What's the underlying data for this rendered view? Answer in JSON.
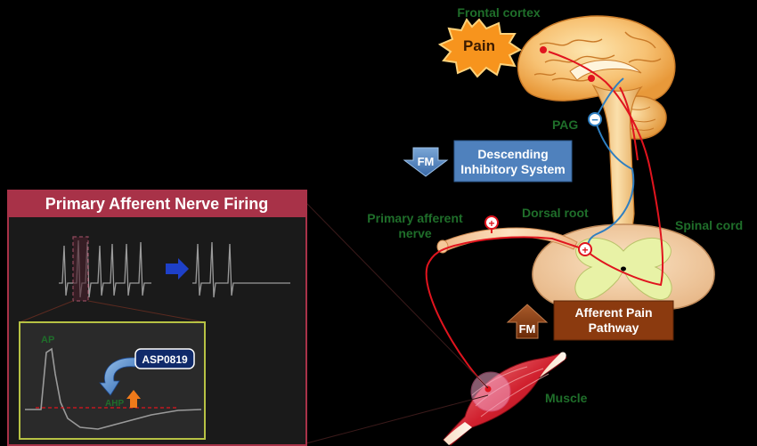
{
  "labels": {
    "frontal_cortex": "Frontal cortex",
    "pain": "Pain",
    "pag": "PAG",
    "descending_fm": "FM",
    "descending_line1": "Descending",
    "descending_line2": "Inhibitory System",
    "primary_afferent_line1": "Primary afferent",
    "primary_afferent_line2": "nerve",
    "dorsal_root": "Dorsal root",
    "spinal_cord": "Spinal cord",
    "afferent_fm": "FM",
    "afferent_line1": "Afferent Pain",
    "afferent_line2": "Pathway",
    "muscle": "Muscle",
    "panel_title": "Primary Afferent Nerve Firing",
    "ap": "AP",
    "ahp": "AHP",
    "drug": "ASP0819",
    "plus": "+",
    "minus": "−"
  },
  "colors": {
    "green_text": "#1f6e2a",
    "panel_title_bg": "#a83248",
    "descending_box": "#4f81bd",
    "afferent_box": "#8b3a0f",
    "pathway_red": "#e0141e",
    "inhibitory_blue": "#2f7fc1",
    "spinal_grey": "#f5d3aa",
    "ahp_arrow": "#f07a1a"
  },
  "icons": [
    "pain-burst-icon",
    "brain-icon",
    "spinal-cord-icon",
    "muscle-icon",
    "down-arrow-icon",
    "up-arrow-icon",
    "curved-arrow-icon",
    "right-arrow-icon"
  ]
}
